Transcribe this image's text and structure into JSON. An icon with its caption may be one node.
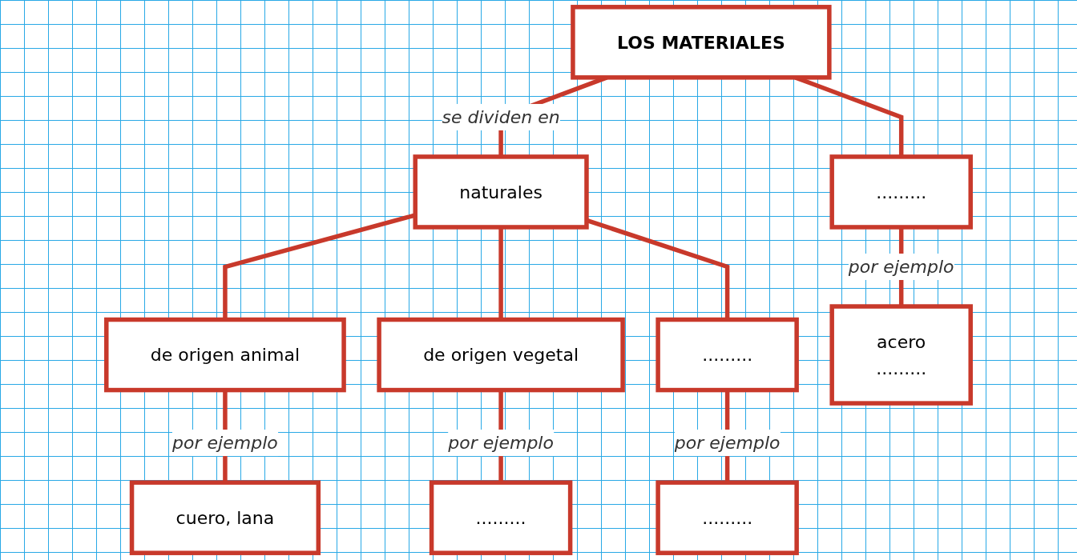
{
  "diagram": {
    "nodes": [
      {
        "text": [
          "LOS MATERIALES"
        ]
      },
      {
        "text": [
          "naturales"
        ]
      },
      {
        "text": [
          "........."
        ]
      },
      {
        "text": [
          "de origen animal"
        ]
      },
      {
        "text": [
          "de origen vegetal"
        ]
      },
      {
        "text": [
          "........."
        ]
      },
      {
        "text": [
          "acero",
          "........."
        ]
      },
      {
        "text": [
          "cuero, lana"
        ]
      },
      {
        "text": [
          "........."
        ]
      },
      {
        "text": [
          "........."
        ]
      }
    ],
    "edges": [
      {
        "from": 0,
        "to": 1,
        "arrow": "none",
        "label": "se dividen en"
      },
      {
        "from": 0,
        "to": 2,
        "arrow": "none"
      },
      {
        "from": 1,
        "to": 3,
        "arrow": "none"
      },
      {
        "from": 1,
        "to": 4,
        "arrow": "none"
      },
      {
        "from": 1,
        "to": 5,
        "arrow": "none"
      },
      {
        "from": 2,
        "to": 6,
        "arrow": "none",
        "label": "por ejemplo"
      },
      {
        "from": 3,
        "to": 7,
        "arrow": "none",
        "label": "por ejemplo"
      },
      {
        "from": 4,
        "to": 8,
        "arrow": "none",
        "label": "por ejemplo"
      },
      {
        "from": 5,
        "to": 9,
        "arrow": "none",
        "label": "por ejemplo"
      }
    ]
  }
}
